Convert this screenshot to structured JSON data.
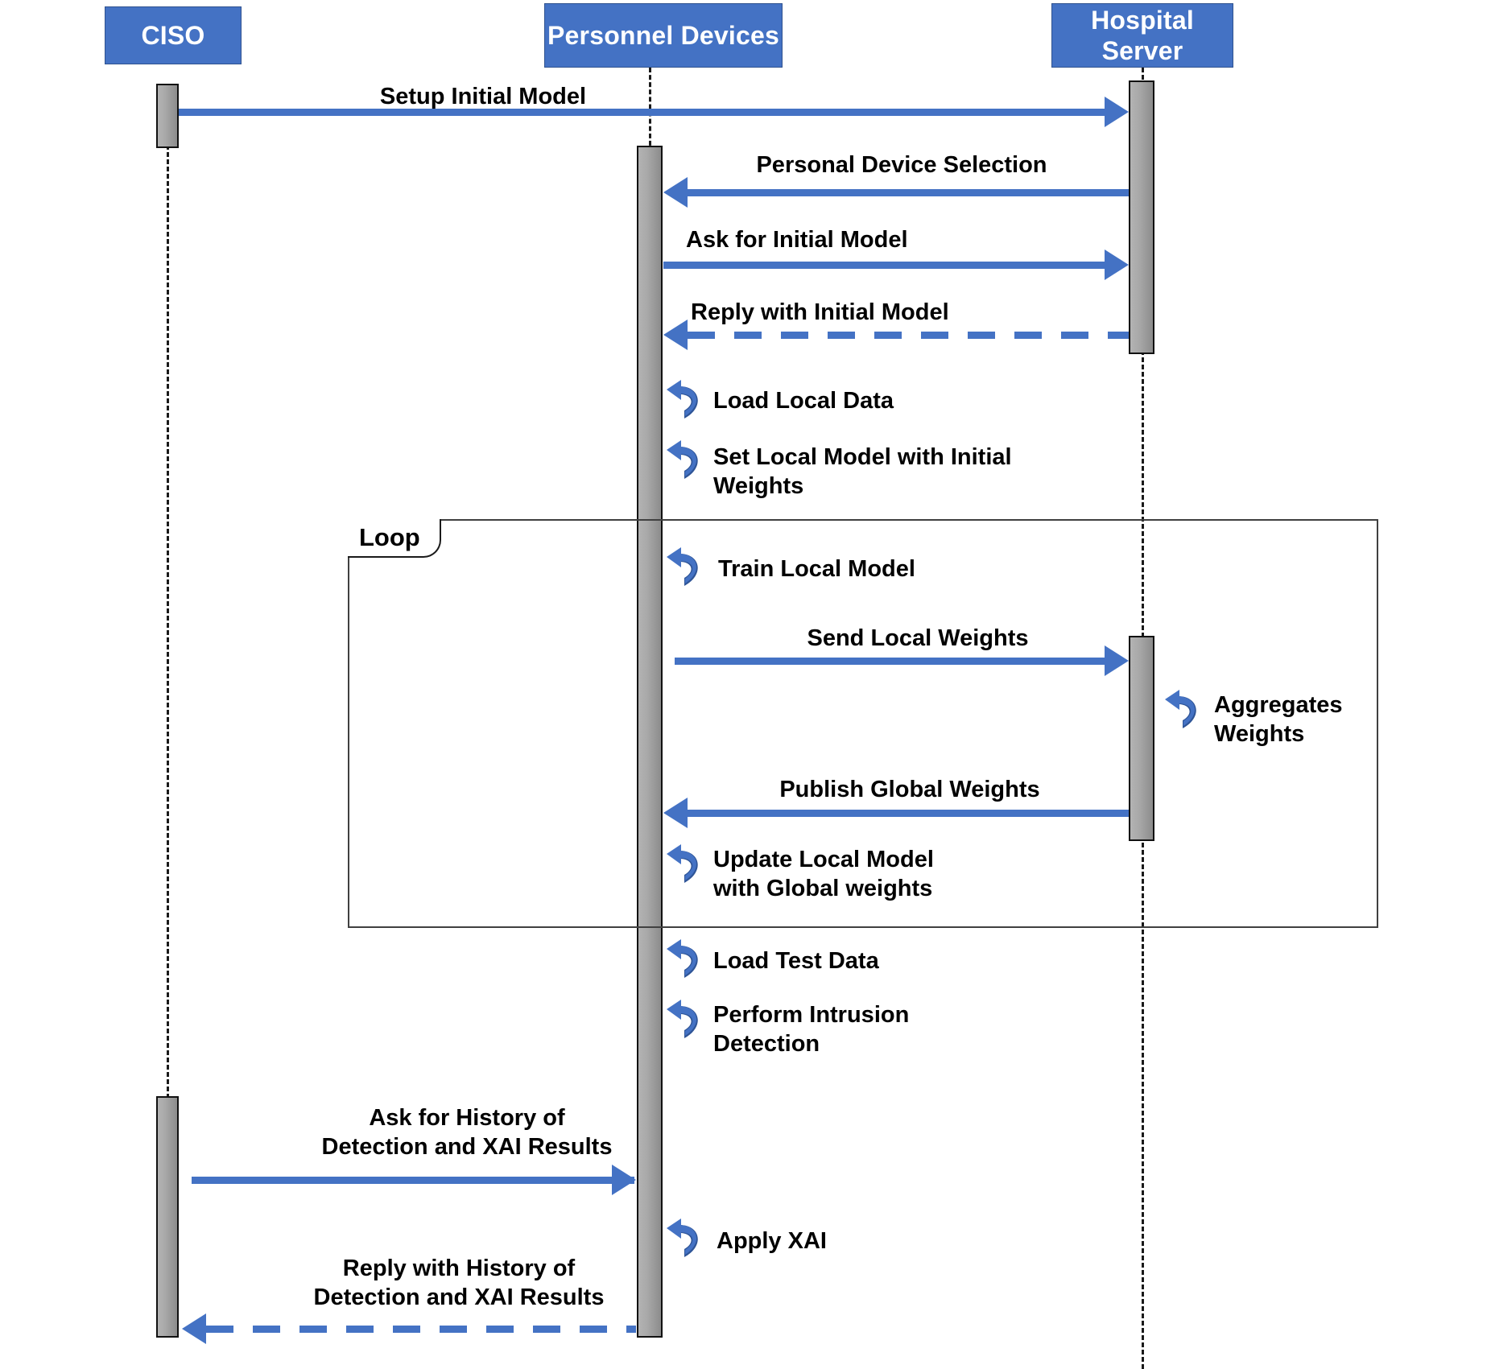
{
  "diagram": {
    "type": "uml-sequence-diagram",
    "colors": {
      "participant_fill": "#4472C4",
      "participant_text": "#FFFFFF",
      "message_arrow": "#4472C4",
      "activation_fill": "#A0A0A0",
      "label_text": "#000000",
      "fragment_border": "#404040",
      "background": "#FFFFFF"
    },
    "participants": [
      {
        "id": "ciso",
        "label": "CISO"
      },
      {
        "id": "devices",
        "label": "Personnel\nDevices"
      },
      {
        "id": "server",
        "label": "Hospital\nServer"
      }
    ],
    "fragments": [
      {
        "id": "loop",
        "label": "Loop"
      }
    ],
    "messages": [
      {
        "id": "m1",
        "label": "Setup Initial Model",
        "from": "ciso",
        "to": "server",
        "style": "solid"
      },
      {
        "id": "m2",
        "label": "Personal Device Selection",
        "from": "server",
        "to": "devices",
        "style": "solid"
      },
      {
        "id": "m3",
        "label": "Ask for Initial Model",
        "from": "devices",
        "to": "server",
        "style": "solid"
      },
      {
        "id": "m4",
        "label": "Reply with Initial Model",
        "from": "server",
        "to": "devices",
        "style": "dashed"
      },
      {
        "id": "m5",
        "label": "Send Local Weights",
        "from": "devices",
        "to": "server",
        "style": "solid"
      },
      {
        "id": "m6",
        "label": "Publish Global Weights",
        "from": "server",
        "to": "devices",
        "style": "solid"
      },
      {
        "id": "m7",
        "label": "Ask for History of\nDetection and XAI Results",
        "from": "ciso",
        "to": "devices",
        "style": "solid"
      },
      {
        "id": "m8",
        "label": "Reply with History of\nDetection and XAI Results",
        "from": "devices",
        "to": "ciso",
        "style": "dashed"
      }
    ],
    "self_messages": [
      {
        "id": "s1",
        "label": "Load Local Data",
        "on": "devices"
      },
      {
        "id": "s2",
        "label": "Set Local Model with Initial\nWeights",
        "on": "devices"
      },
      {
        "id": "s3",
        "label": "Train Local Model",
        "on": "devices"
      },
      {
        "id": "s4",
        "label": "Aggregates\nWeights",
        "on": "server"
      },
      {
        "id": "s5",
        "label": "Update Local Model\nwith Global weights",
        "on": "devices"
      },
      {
        "id": "s6",
        "label": "Load Test Data",
        "on": "devices"
      },
      {
        "id": "s7",
        "label": "Perform Intrusion\nDetection",
        "on": "devices"
      },
      {
        "id": "s8",
        "label": "Apply XAI",
        "on": "devices"
      }
    ]
  }
}
